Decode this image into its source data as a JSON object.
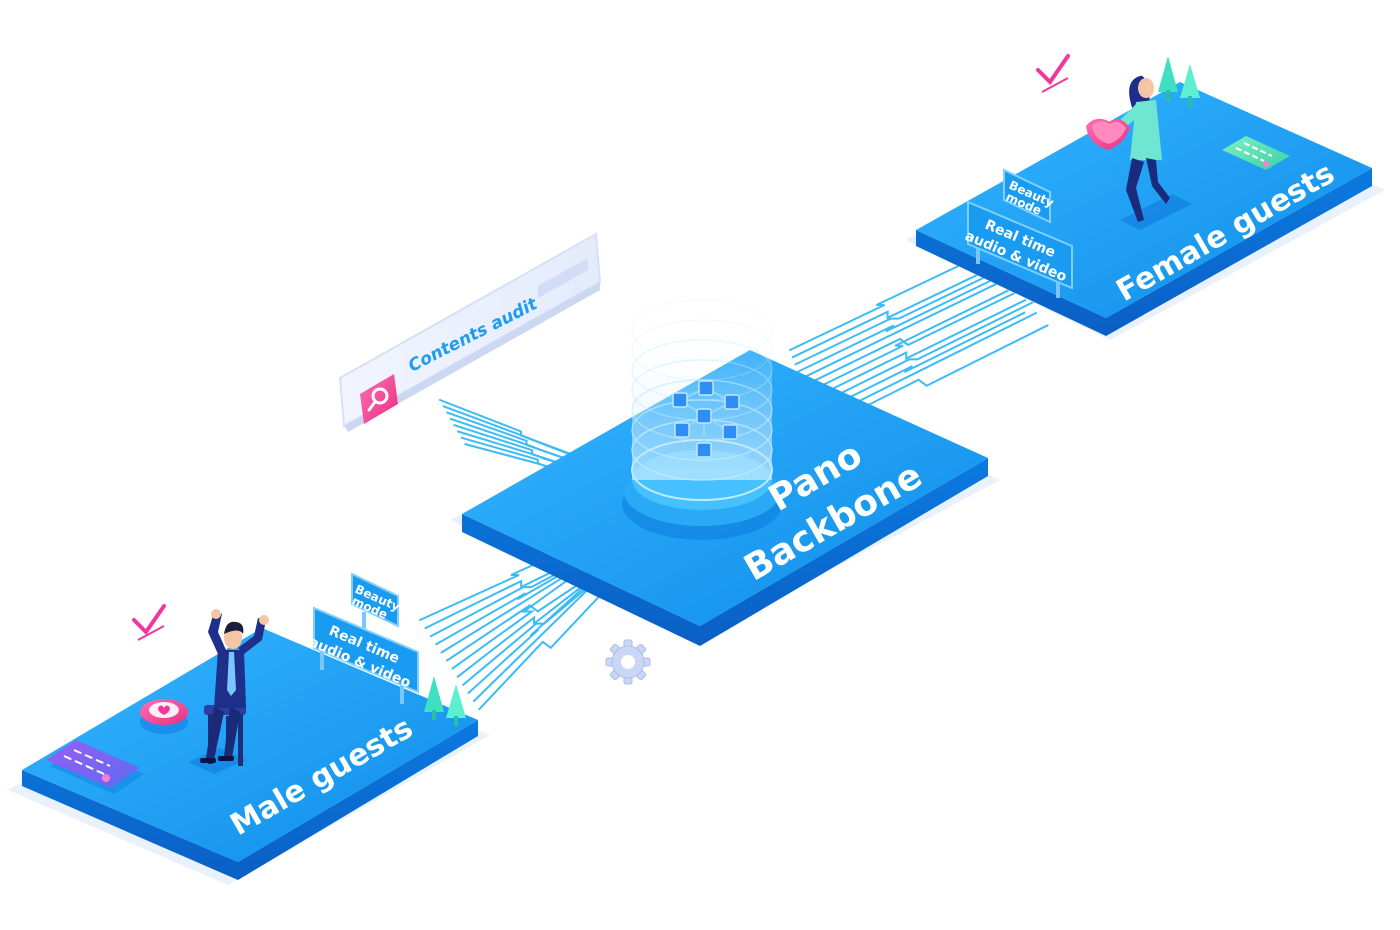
{
  "platforms": {
    "male": {
      "label": "Male guests"
    },
    "backbone": {
      "label_line1": "Pano",
      "label_line2": "Backbone"
    },
    "female": {
      "label": "Female guests"
    }
  },
  "signs": {
    "male_beauty": [
      "Beauty",
      "mode"
    ],
    "male_realtime": [
      "Real time",
      "audio & video"
    ],
    "female_beauty": [
      "Beauty",
      "mode"
    ],
    "female_realtime": [
      "Real time",
      "audio & video"
    ]
  },
  "audit": {
    "label": "Contents audit"
  },
  "colors": {
    "platform_top": "#1a9bf2",
    "platform_side": "#0a6fd8",
    "platform_shadow": "#dbe9fb",
    "circuit": "#27b4f5",
    "accent_pink": "#f0389b",
    "glass": "#8fd8ff"
  },
  "icons": [
    "check-icon",
    "heart-badge-icon",
    "card-icon",
    "gear-icon",
    "search-icon",
    "network-icon",
    "tree-icon"
  ]
}
